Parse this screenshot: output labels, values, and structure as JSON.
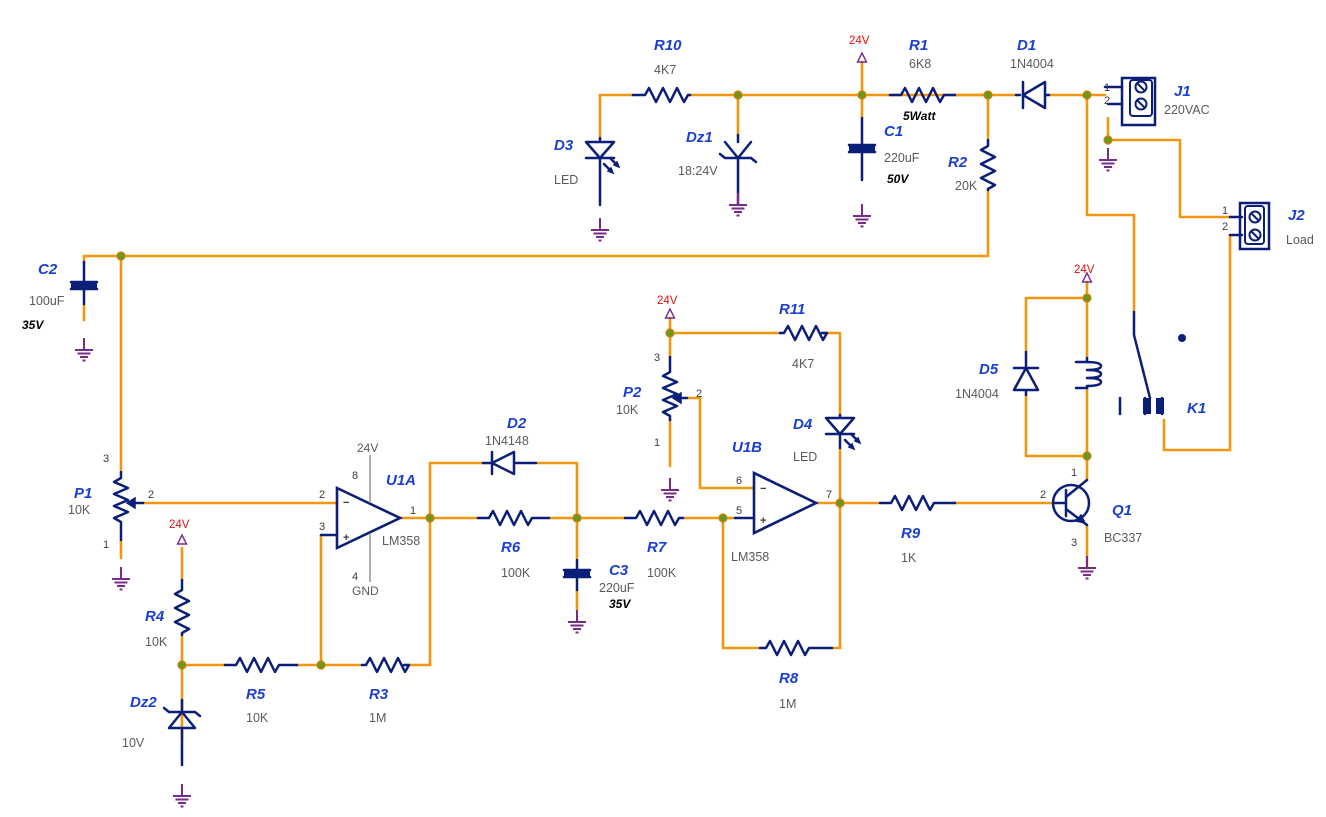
{
  "colors": {
    "wire": "#f0960f",
    "component": "#0b1f78",
    "designator": "#1a3fd1",
    "supply": "#d11111",
    "ground": "#7a2a8a",
    "junction": "#6a9a1a"
  },
  "supply": {
    "label": "24V"
  },
  "components": {
    "R10": {
      "ref": "R10",
      "value": "4K7"
    },
    "R1": {
      "ref": "R1",
      "value": "6K8",
      "extra": "5Watt"
    },
    "D1": {
      "ref": "D1",
      "value": "1N4004"
    },
    "J1": {
      "ref": "J1",
      "value": "220VAC",
      "pins": [
        "1",
        "2"
      ]
    },
    "D3": {
      "ref": "D3",
      "value": "LED"
    },
    "Dz1": {
      "ref": "Dz1",
      "value": "18:24V"
    },
    "C1": {
      "ref": "C1",
      "value": "220uF",
      "extra": "50V"
    },
    "R2": {
      "ref": "R2",
      "value": "20K"
    },
    "J2": {
      "ref": "J2",
      "value": "Load",
      "pins": [
        "1",
        "2"
      ]
    },
    "C2": {
      "ref": "C2",
      "value": "100uF",
      "extra": "35V"
    },
    "P1": {
      "ref": "P1",
      "value": "10K",
      "pins": [
        "3",
        "2",
        "1"
      ]
    },
    "P2": {
      "ref": "P2",
      "value": "10K",
      "pins": [
        "3",
        "2",
        "1"
      ]
    },
    "R11": {
      "ref": "R11",
      "value": "4K7"
    },
    "D4": {
      "ref": "D4",
      "value": "LED"
    },
    "D2": {
      "ref": "D2",
      "value": "1N4148"
    },
    "U1A": {
      "ref": "U1A",
      "value": "LM358",
      "pins": [
        "8",
        "2",
        "3",
        "1",
        "4"
      ],
      "vcc": "24V",
      "gnd": "GND"
    },
    "U1B": {
      "ref": "U1B",
      "value": "LM358",
      "pins": [
        "6",
        "5",
        "7"
      ]
    },
    "R6": {
      "ref": "R6",
      "value": "100K"
    },
    "R7": {
      "ref": "R7",
      "value": "100K"
    },
    "C3": {
      "ref": "C3",
      "value": "220uF",
      "extra": "35V"
    },
    "R9": {
      "ref": "R9",
      "value": "1K"
    },
    "Q1": {
      "ref": "Q1",
      "value": "BC337",
      "pins": [
        "1",
        "2",
        "3"
      ]
    },
    "D5": {
      "ref": "D5",
      "value": "1N4004"
    },
    "K1": {
      "ref": "K1"
    },
    "R4": {
      "ref": "R4",
      "value": "10K"
    },
    "R5": {
      "ref": "R5",
      "value": "10K"
    },
    "R3": {
      "ref": "R3",
      "value": "1M"
    },
    "R8": {
      "ref": "R8",
      "value": "1M"
    },
    "Dz2": {
      "ref": "Dz2",
      "value": "10V"
    }
  }
}
